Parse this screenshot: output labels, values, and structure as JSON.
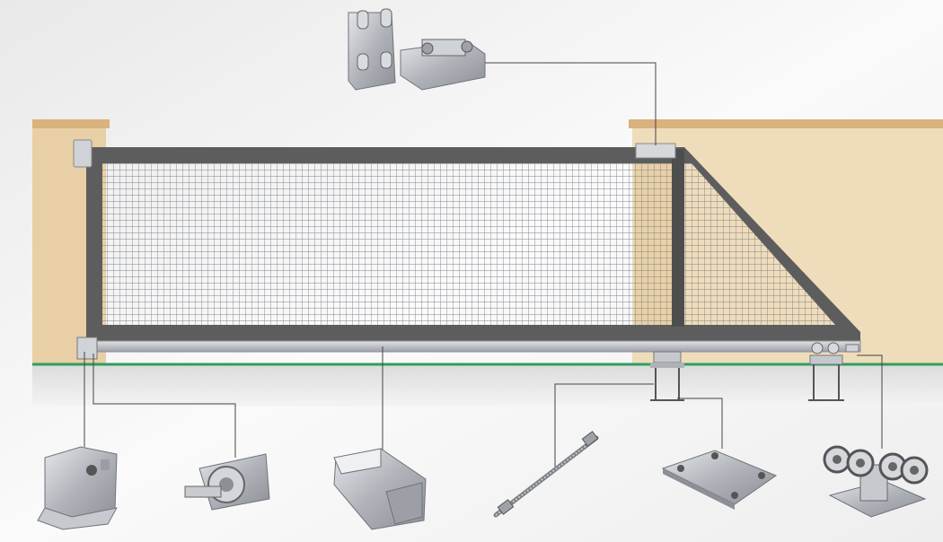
{
  "diagram": {
    "subject": "sliding-cantilever-gate",
    "components": [
      {
        "id": "top-guide-roller",
        "icon": "top-guide-roller-icon"
      },
      {
        "id": "gate-catch-bracket",
        "icon": "end-catch-bracket-icon"
      },
      {
        "id": "end-roller",
        "icon": "end-roller-icon"
      },
      {
        "id": "guide-rail-profile",
        "icon": "rail-profile-icon"
      },
      {
        "id": "anchor-bolt",
        "icon": "threaded-bolt-icon"
      },
      {
        "id": "mounting-plate",
        "icon": "base-plate-icon"
      },
      {
        "id": "roller-carriage",
        "icon": "roller-carriage-icon"
      }
    ]
  },
  "colors": {
    "wall": "#e9cfa5",
    "wall_cap": "#d9b27d",
    "frame": "#5a5a5a",
    "mesh": "#8a8f96",
    "ground_line": "#2e9e5e",
    "metal": "#b8bcc2"
  }
}
